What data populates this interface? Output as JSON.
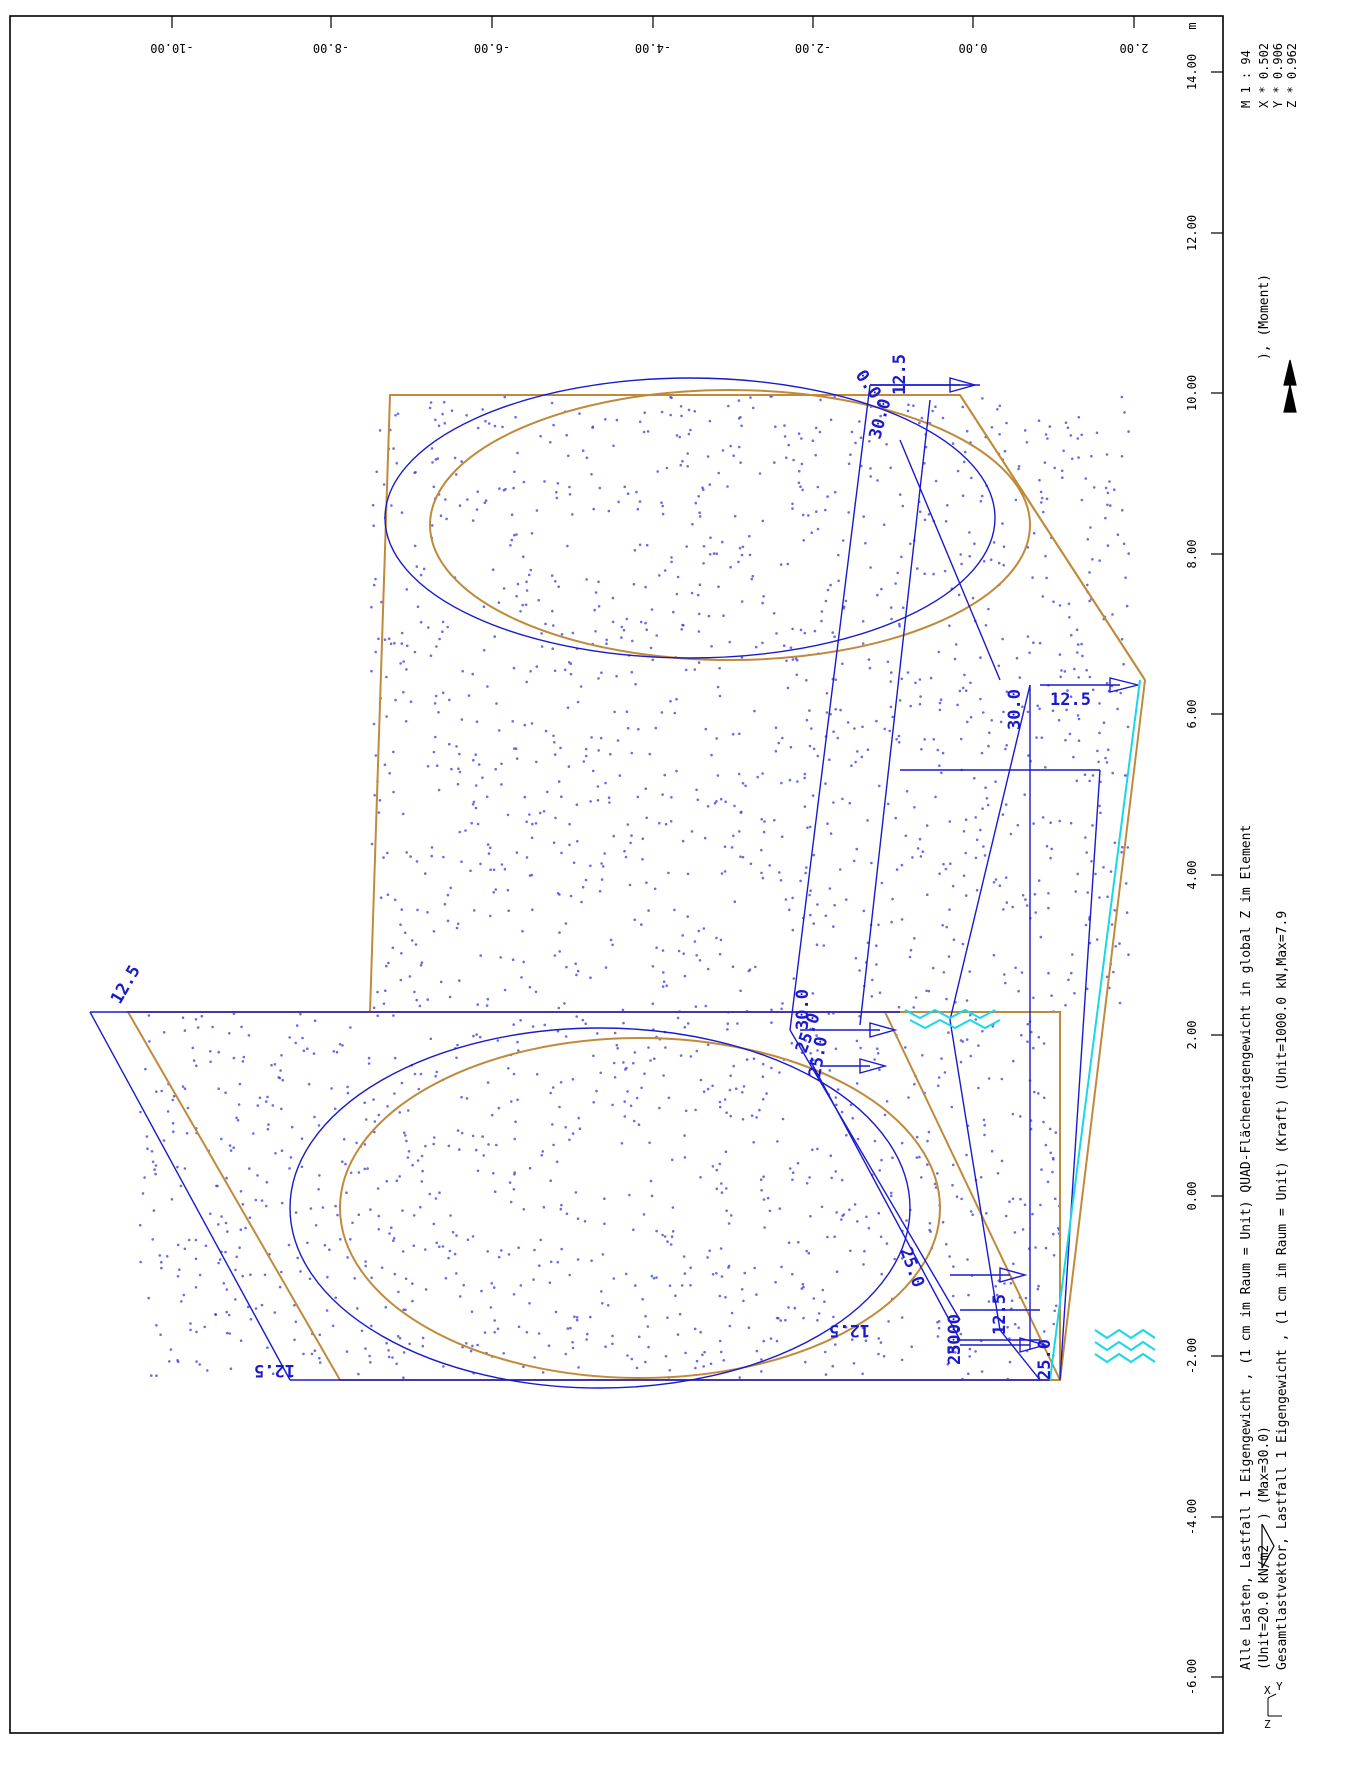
{
  "drawing": {
    "scale_label": "M 1 : 94",
    "view_x": "X * 0.502",
    "view_y": "Y * 0.906",
    "view_z": "Z * 0.962",
    "unit_m": "m",
    "bottom_axis_ticks": [
      "-6.00",
      "-4.00",
      "-2.00",
      "0.00",
      "2.00",
      "4.00",
      "6.00",
      "8.00",
      "10.00",
      "12.00",
      "14.00"
    ],
    "top_axis_ticks": [
      "-10.00",
      "-8.00",
      "-6.00",
      "-4.00",
      "-2.00",
      "0.00",
      "2.00"
    ],
    "legend_line1": "Alle Lasten, Lastfall 1  Eigengewicht   , (1 cm im Raum = Unit) QUAD-Flächeneigengewicht in global Z im Element",
    "legend_line2_a": "(Unit=20.0 kN/m2",
    "legend_line2_b": ") (Max=30.0)",
    "legend_line2_c": "), (Moment)",
    "legend_line3": "Gesamtlastvektor, Lastfall 1  Eigengewicht   , (1 cm im Raum = Unit) (Kraft) (Unit=1000.0 kN,Max=7.9",
    "axis_x": "X",
    "axis_y": "Y",
    "axis_z": "Z",
    "labels": [
      "12.5",
      "12.5",
      "12.5",
      "12.5",
      "12.5",
      "12.5",
      "30.0",
      "30.0",
      "30.0",
      "30.0",
      "25.0",
      "25.0",
      "25.0",
      "25.0",
      "25.0",
      "0.0"
    ],
    "colors": {
      "frame": "#000000",
      "load": "#1a1acc",
      "structure": "#c08a3c",
      "support": "#18d8e8",
      "points": "#3a3ae0"
    }
  }
}
